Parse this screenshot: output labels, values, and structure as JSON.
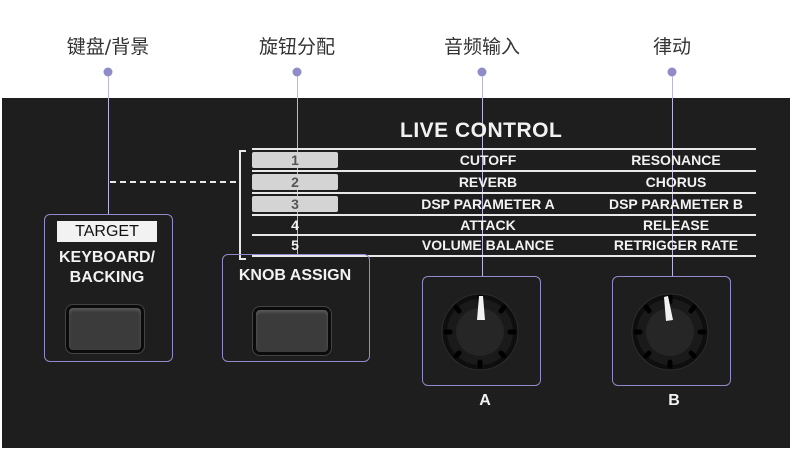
{
  "callouts": {
    "keyboard_backing": "键盘/背景",
    "knob_assign": "旋钮分配",
    "audio_input": "音频输入",
    "groove": "律动"
  },
  "live_control": {
    "title": "LIVE CONTROL",
    "rows": [
      {
        "num": "1",
        "a": "CUTOFF",
        "b": "RESONANCE"
      },
      {
        "num": "2",
        "a": "REVERB",
        "b": "CHORUS"
      },
      {
        "num": "3",
        "a": "DSP PARAMETER A",
        "b": "DSP PARAMETER B"
      },
      {
        "num": "4",
        "a": "ATTACK",
        "b": "RELEASE"
      },
      {
        "num": "5",
        "a": "VOLUME BALANCE",
        "b": "RETRIGGER RATE"
      }
    ]
  },
  "target": {
    "badge": "TARGET",
    "label_line1": "KEYBOARD/",
    "label_line2": "BACKING"
  },
  "knob_assign": {
    "label": "KNOB ASSIGN"
  },
  "knobs": {
    "a_label": "A",
    "b_label": "B"
  },
  "colors": {
    "callout_accent": "#8f8cc9",
    "panel": "#1e1e1e",
    "panel_text": "#f2f2f2"
  }
}
